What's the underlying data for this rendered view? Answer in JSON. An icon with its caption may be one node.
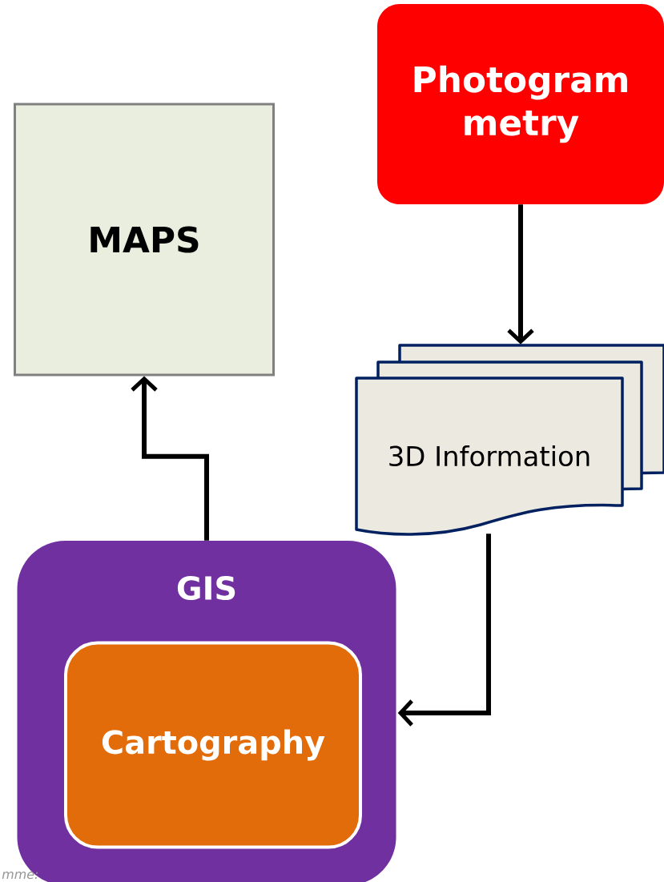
{
  "diagram": {
    "nodes": [
      {
        "text": [
          "Photogram metry"
        ]
      },
      {
        "text": [
          "MAPS"
        ]
      },
      {
        "text": [
          "3D Information"
        ]
      },
      {
        "text": [
          "GIS"
        ]
      },
      {
        "text": [
          "Cartography"
        ],
        "in": 3
      }
    ],
    "edges": [
      {
        "from": 0,
        "to": 2,
        "arrow": "to"
      },
      {
        "from": 3,
        "to": 1,
        "arrow": "to"
      },
      {
        "from": 2,
        "to": 3,
        "arrow": "to"
      }
    ],
    "labels": [
      "mme:"
    ]
  }
}
